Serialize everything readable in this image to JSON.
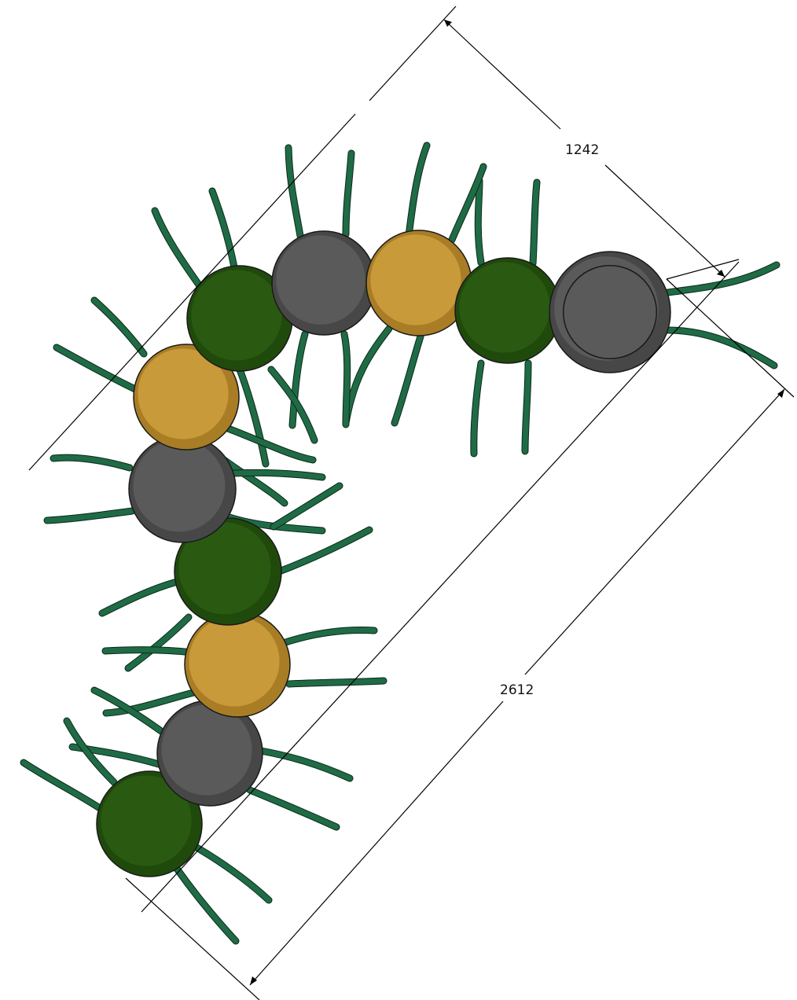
{
  "dimensions": {
    "width_label": "1242",
    "length_label": "2612"
  },
  "palette": {
    "green": "#2a5a12",
    "green_shade": "#1f4a0c",
    "gold": "#c99a3a",
    "gold_shade": "#a97d25",
    "grey": "#5a5a5a",
    "grey_shade": "#474747",
    "leg": "#1f6b45"
  },
  "segments": [
    {
      "name": "head",
      "color": "grey"
    },
    {
      "name": "segment-2",
      "color": "green"
    },
    {
      "name": "segment-3",
      "color": "gold"
    },
    {
      "name": "segment-4",
      "color": "grey"
    },
    {
      "name": "segment-5",
      "color": "green"
    },
    {
      "name": "segment-6",
      "color": "gold"
    },
    {
      "name": "segment-7",
      "color": "grey"
    },
    {
      "name": "segment-8",
      "color": "green"
    },
    {
      "name": "segment-9",
      "color": "gold"
    },
    {
      "name": "segment-10",
      "color": "grey"
    },
    {
      "name": "tail",
      "color": "green"
    }
  ]
}
